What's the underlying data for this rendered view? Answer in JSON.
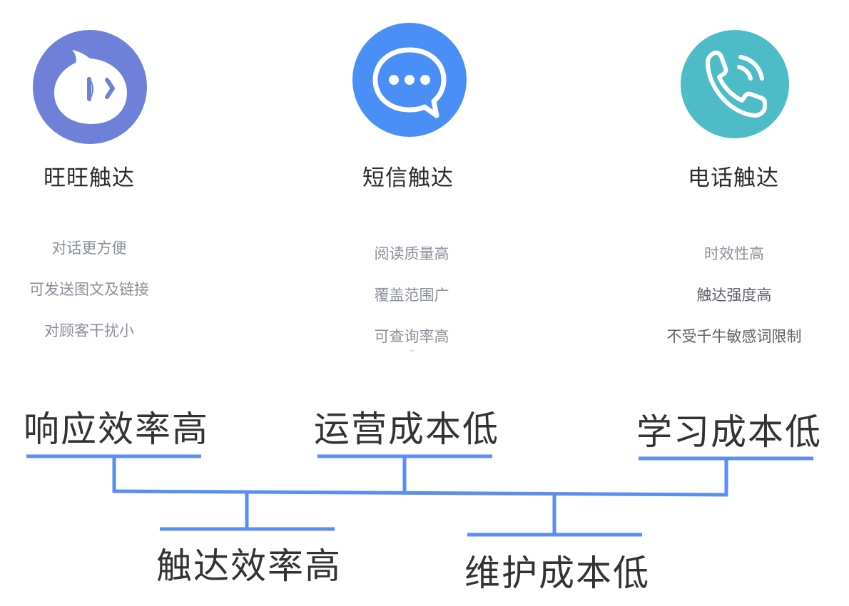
{
  "channels": [
    {
      "title": "旺旺触达",
      "icon": "wangwang-icon",
      "color": "#6e80d8",
      "features": [
        "对话更方便",
        "可发送图文及链接",
        "对顾客干扰小"
      ]
    },
    {
      "title": "短信触达",
      "icon": "sms-chat-bubble-icon",
      "color": "#4a8ff5",
      "features": [
        "阅读质量高",
        "覆盖范围广",
        "可查询率高"
      ]
    },
    {
      "title": "电话触达",
      "icon": "phone-call-icon",
      "color": "#4dbcc6",
      "features": [
        "时效性高",
        "触达强度高",
        "不受千牛敏感词限制"
      ]
    }
  ],
  "benefits": {
    "top": [
      "响应效率高",
      "运营成本低",
      "学习成本低"
    ],
    "bottom": [
      "触达效率高",
      "维护成本低"
    ]
  },
  "line_color": "#5b8ef0"
}
